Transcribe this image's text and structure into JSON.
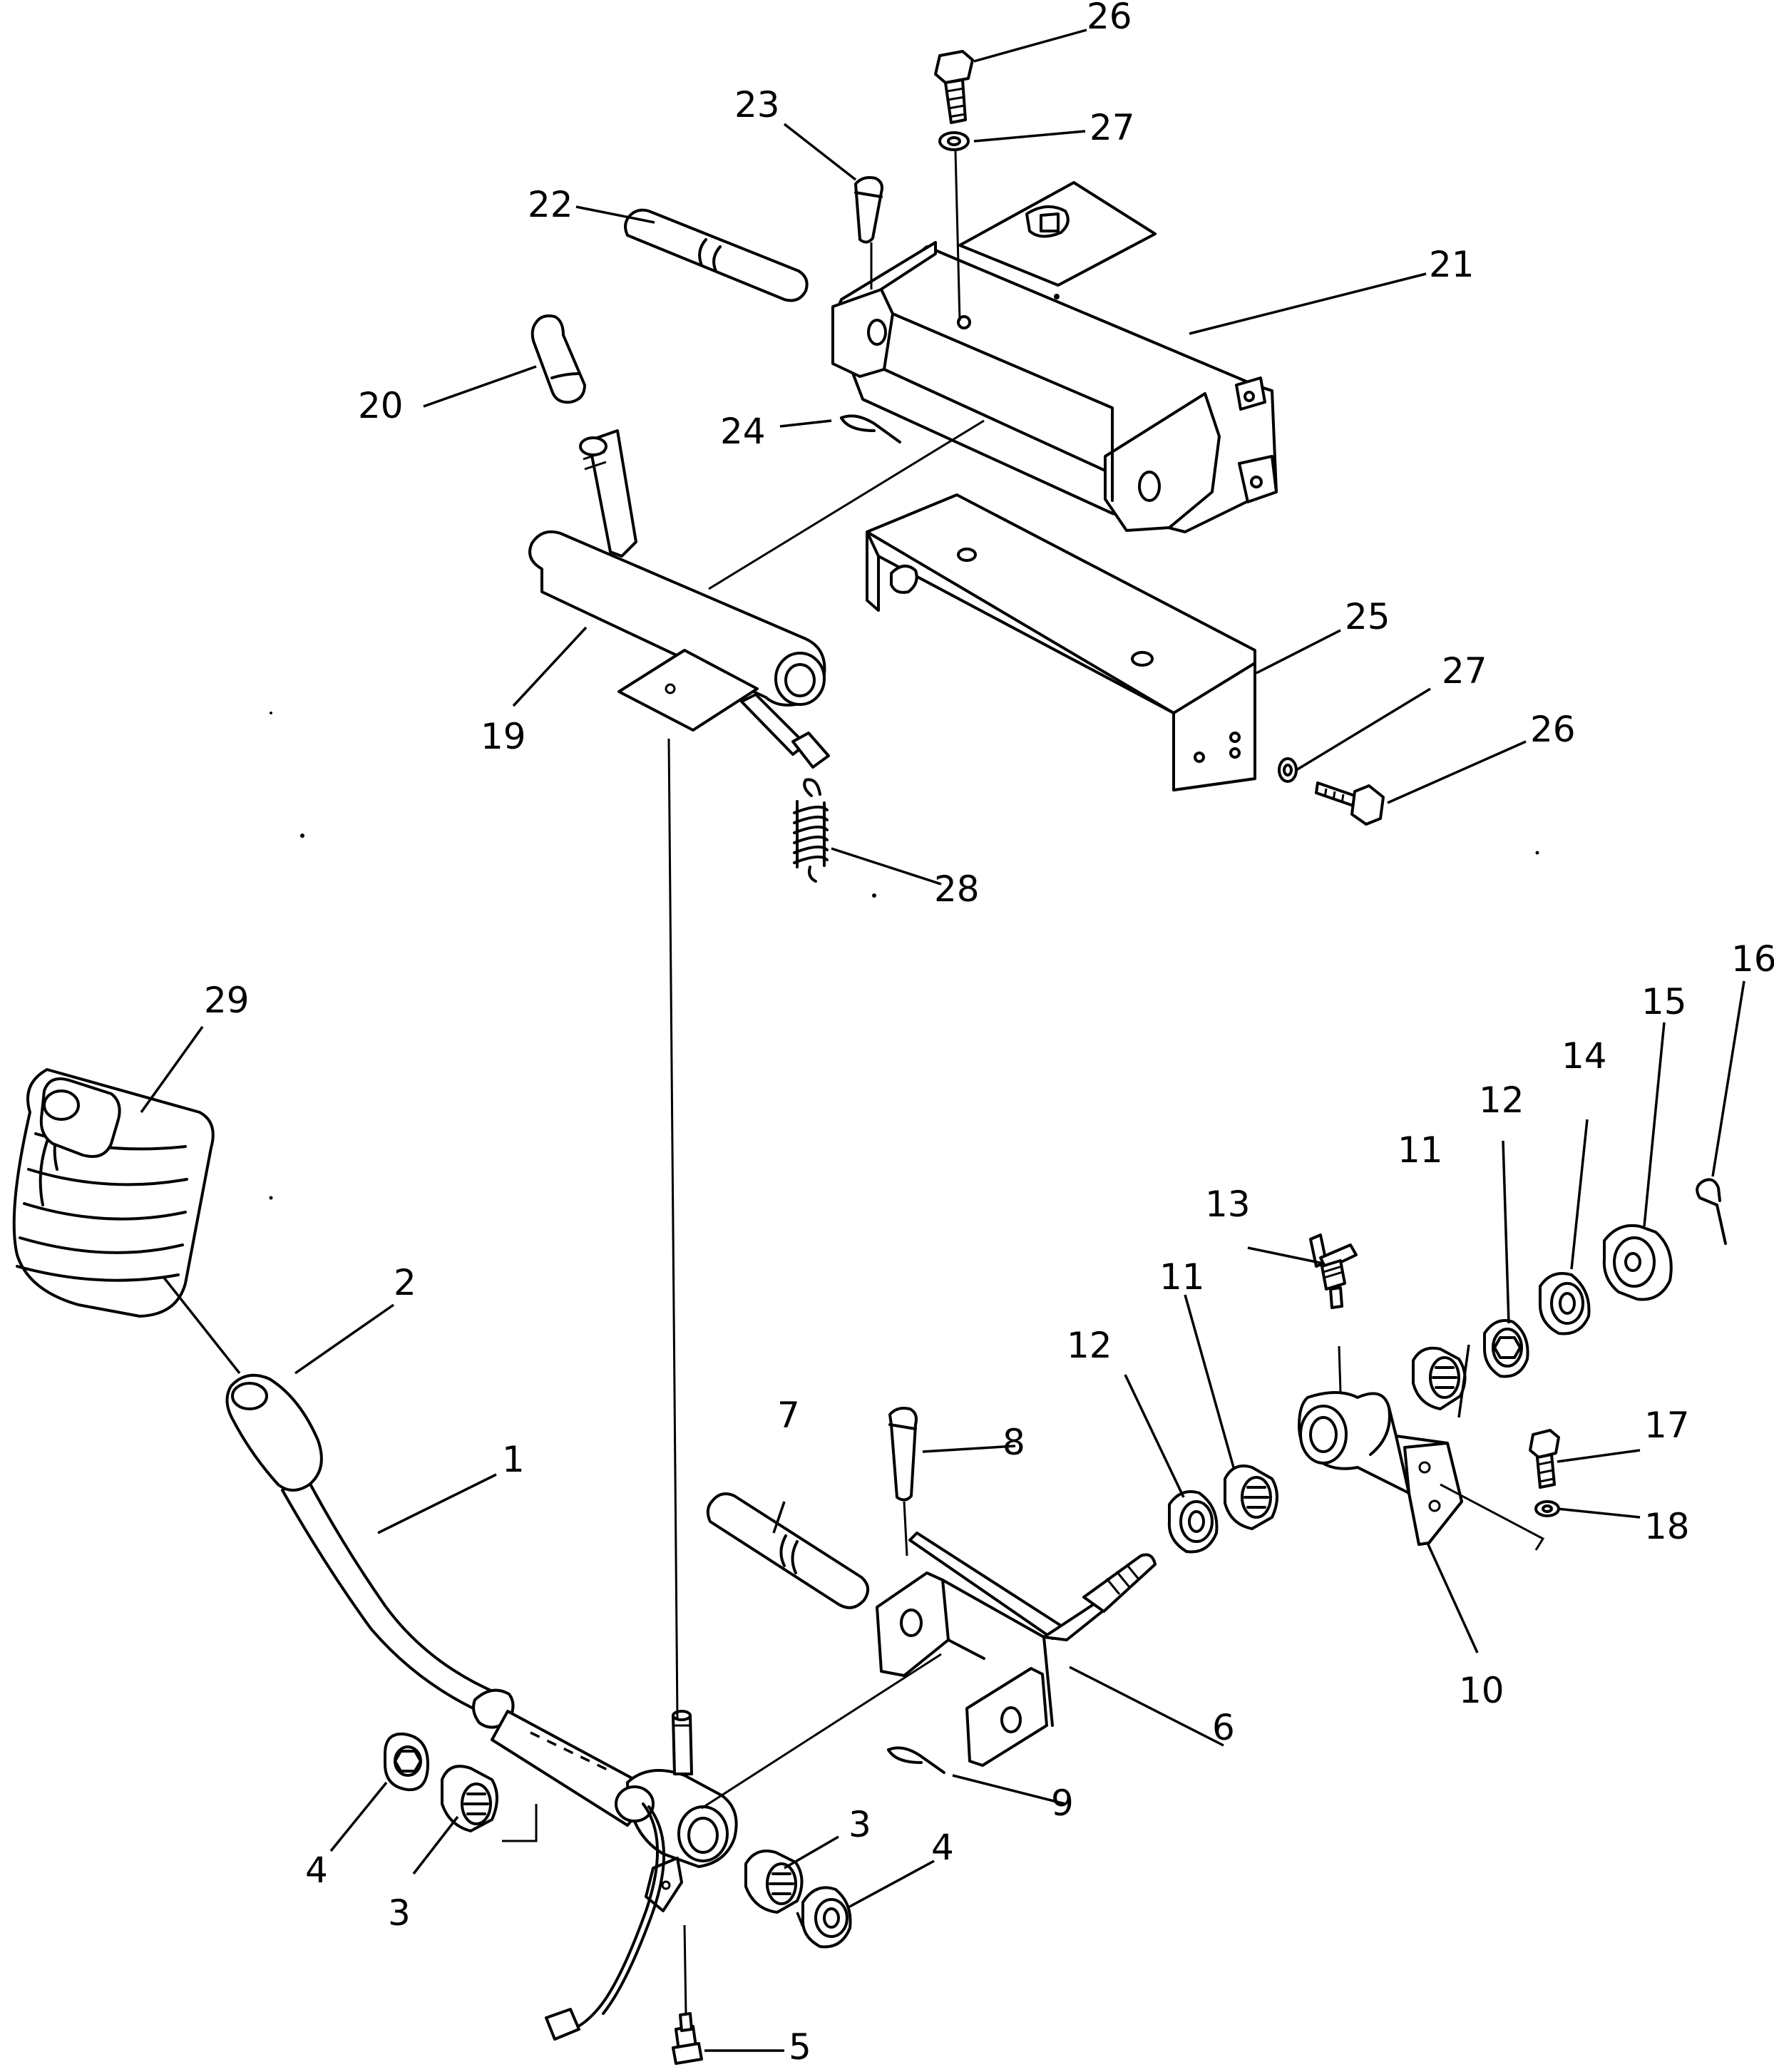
{
  "labels": {
    "p1": "1",
    "p2": "2",
    "p3a": "3",
    "p3b": "3",
    "p4a": "4",
    "p4b": "4",
    "p5": "5",
    "p6": "6",
    "p7": "7",
    "p8": "8",
    "p9": "9",
    "p10": "10",
    "p11a": "11",
    "p11b": "11",
    "p12a": "12",
    "p12b": "12",
    "p13": "13",
    "p14": "14",
    "p15": "15",
    "p16": "16",
    "p17": "17",
    "p18": "18",
    "p19": "19",
    "p20": "20",
    "p21": "21",
    "p22": "22",
    "p23": "23",
    "p24": "24",
    "p25": "25",
    "p26a": "26",
    "p26b": "26",
    "p27a": "27",
    "p27b": "27",
    "p28": "28",
    "p29": "29"
  }
}
